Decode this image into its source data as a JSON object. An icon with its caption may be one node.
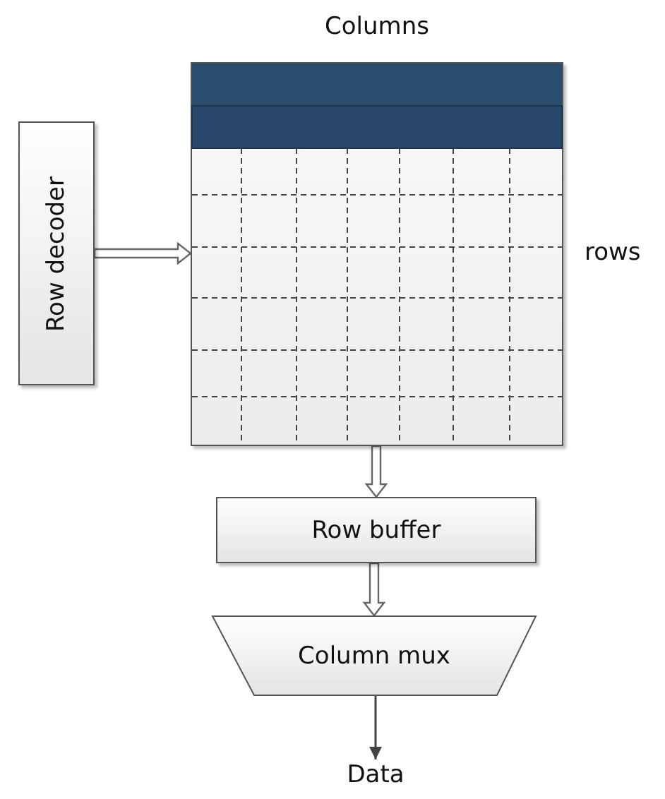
{
  "diagram": {
    "nodes": [
      {
        "text": [
          "Row decoder"
        ]
      },
      {
        "text": [
          "Columns"
        ],
        "beside": [
          "rows"
        ]
      },
      {
        "text": [
          "Row buffer"
        ]
      },
      {
        "text": [
          "Column mux"
        ]
      },
      {
        "text": [
          "Data"
        ]
      }
    ],
    "edges": [
      {
        "from": 0,
        "to": 1,
        "arrow": "to",
        "style": "thick"
      },
      {
        "from": 1,
        "to": 2,
        "arrow": "to",
        "style": "thick"
      },
      {
        "from": 2,
        "to": 3,
        "arrow": "to",
        "style": "thick"
      },
      {
        "from": 3,
        "to": 4,
        "arrow": "to"
      }
    ]
  }
}
